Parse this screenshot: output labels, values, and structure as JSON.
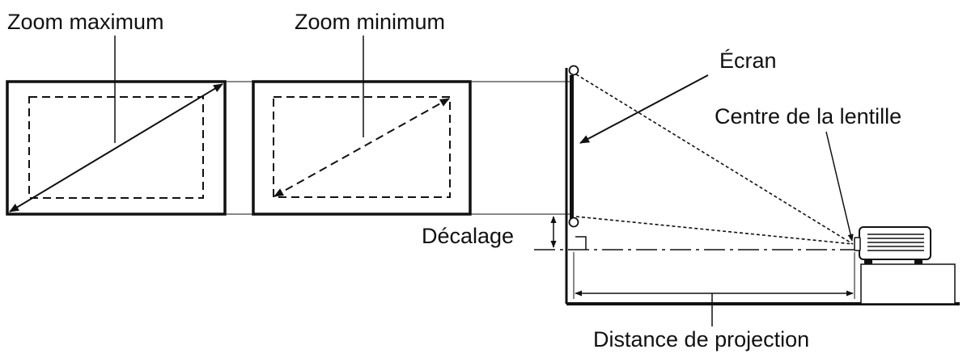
{
  "labels": {
    "zoom_max": "Zoom maximum",
    "zoom_min": "Zoom minimum",
    "screen": "Écran",
    "lens_center": "Centre de la lentille",
    "offset": "Décalage",
    "projection_distance": "Distance de projection"
  },
  "colors": {
    "line": "#111111",
    "background": "#ffffff"
  }
}
